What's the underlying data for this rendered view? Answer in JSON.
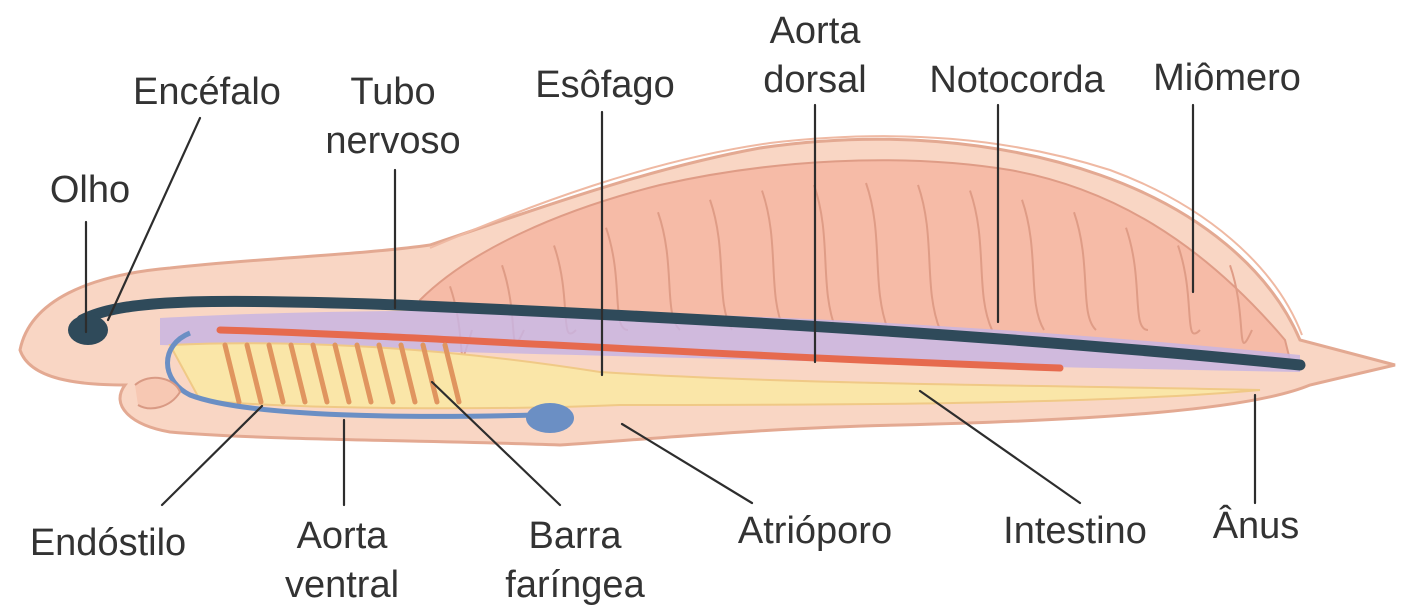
{
  "labels": {
    "olho": "Olho",
    "encefalo": "Encéfalo",
    "tubo_nervoso": [
      "Tubo",
      "nervoso"
    ],
    "esofago": "Esôfago",
    "aorta_dorsal": [
      "Aorta",
      "dorsal"
    ],
    "notocorda": "Notocorda",
    "miomero": "Miômero",
    "endostilo": "Endóstilo",
    "aorta_ventral": [
      "Aorta",
      "ventral"
    ],
    "barra_faringea": [
      "Barra",
      "faríngea"
    ],
    "atrioporo": "Atrióporo",
    "intestino": "Intestino",
    "anus": "Ânus"
  },
  "colors": {
    "body_fill": "#f9d6c4",
    "body_outline": "#e3a992",
    "myomere_fill": "#f6bba7",
    "myomere_line": "#df9c86",
    "notochord": "#c9b5e2",
    "nerve_cord": "#2f4a5a",
    "dorsal_aorta": "#e66a4e",
    "pharynx": "#fae6a8",
    "gill_bar": "#e0955f",
    "ventral_aorta": "#6b8fc4",
    "label_text": "#333333",
    "leader_line": "#2d2d2d"
  }
}
